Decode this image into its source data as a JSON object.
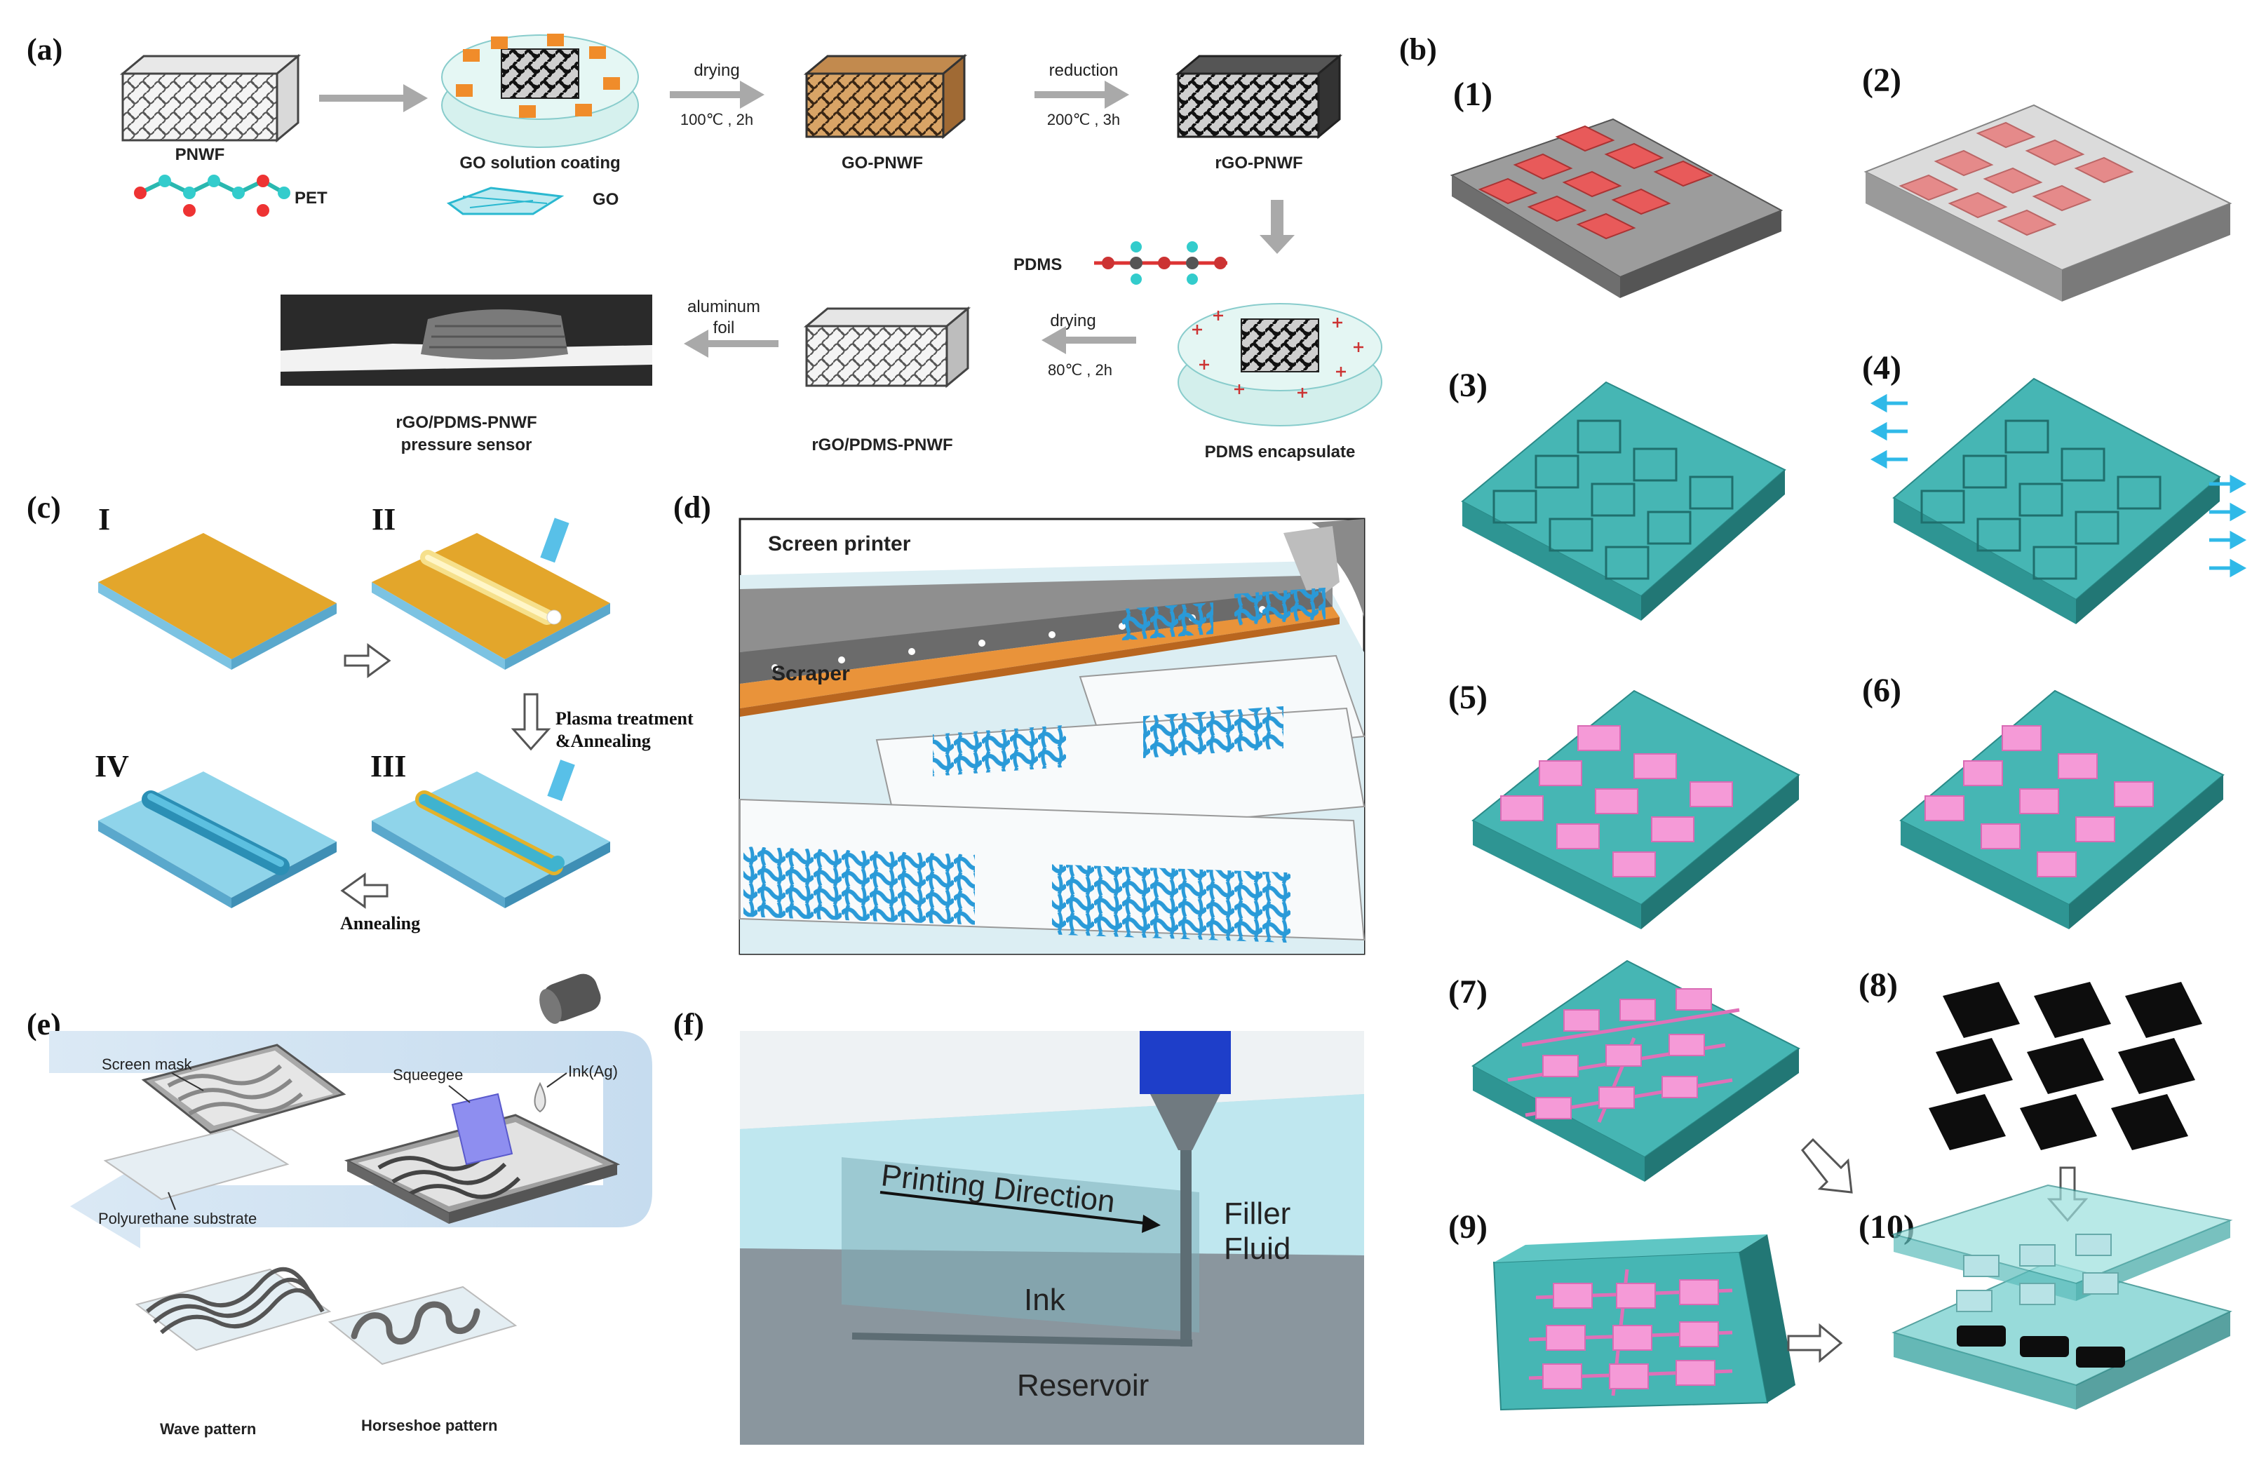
{
  "panel_a": {
    "label": "(a)",
    "pnwf": "PNWF",
    "pet": "PET",
    "go_coating": "GO solution coating",
    "go": "GO",
    "drying": "drying",
    "drying_cond": "100℃ , 2h",
    "go_pnwf": "GO-PNWF",
    "reduction": "reduction",
    "reduction_cond": "200℃ , 3h",
    "rgo_pnwf": "rGO-PNWF",
    "pdms": "PDMS",
    "pdms_encap": "PDMS encapsulate",
    "drying2": "drying",
    "drying2_cond": "80℃ , 2h",
    "rgo_pdms": "rGO/PDMS-PNWF",
    "aluminum": "aluminum",
    "foil": "foil",
    "sensor_line1": "rGO/PDMS-PNWF",
    "sensor_line2": "pressure sensor"
  },
  "panel_b": {
    "label": "(b)",
    "steps": [
      "(1)",
      "(2)",
      "(3)",
      "(4)",
      "(5)",
      "(6)",
      "(7)",
      "(8)",
      "(9)",
      "(10)"
    ]
  },
  "panel_c": {
    "label": "(c)",
    "steps": [
      "I",
      "II",
      "III",
      "IV"
    ],
    "plasma_line1": "Plasma treatment",
    "plasma_line2": "&Annealing",
    "annealing": "Annealing"
  },
  "panel_d": {
    "label": "(d)",
    "screen_printer": "Screen printer",
    "scraper": "Scraper"
  },
  "panel_e": {
    "label": "(e)",
    "screen_mask": "Screen mask",
    "squeegee": "Squeegee",
    "ink": "Ink(Ag)",
    "substrate": "Polyurethane substrate",
    "wave": "Wave pattern",
    "horseshoe": "Horseshoe pattern"
  },
  "panel_f": {
    "label": "(f)",
    "direction": "Printing Direction",
    "filler1": "Filler",
    "filler2": "Fluid",
    "ink": "Ink",
    "reservoir": "Reservoir"
  },
  "colors": {
    "arrow_gray": "#a9a9a9",
    "teal": "#3fb3b3",
    "gold": "#e2a72a",
    "light_blue": "#8fd4ea",
    "red_block": "#e85a5a",
    "pink": "#f59ad7",
    "print_blue": "#2a9ad8"
  }
}
